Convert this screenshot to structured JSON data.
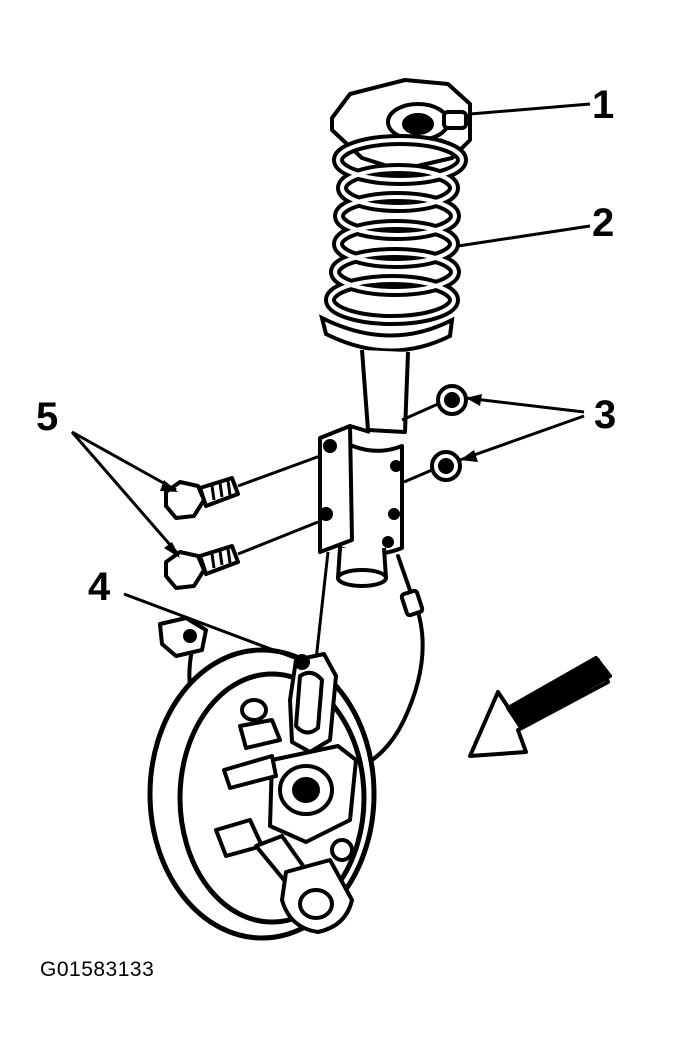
{
  "callouts": [
    {
      "id": "1",
      "label": "1"
    },
    {
      "id": "2",
      "label": "2"
    },
    {
      "id": "3",
      "label": "3"
    },
    {
      "id": "4",
      "label": "4"
    },
    {
      "id": "5",
      "label": "5"
    }
  ],
  "figure_id": "G01583133",
  "colors": {
    "ink": "#000000",
    "paper": "#ffffff"
  }
}
